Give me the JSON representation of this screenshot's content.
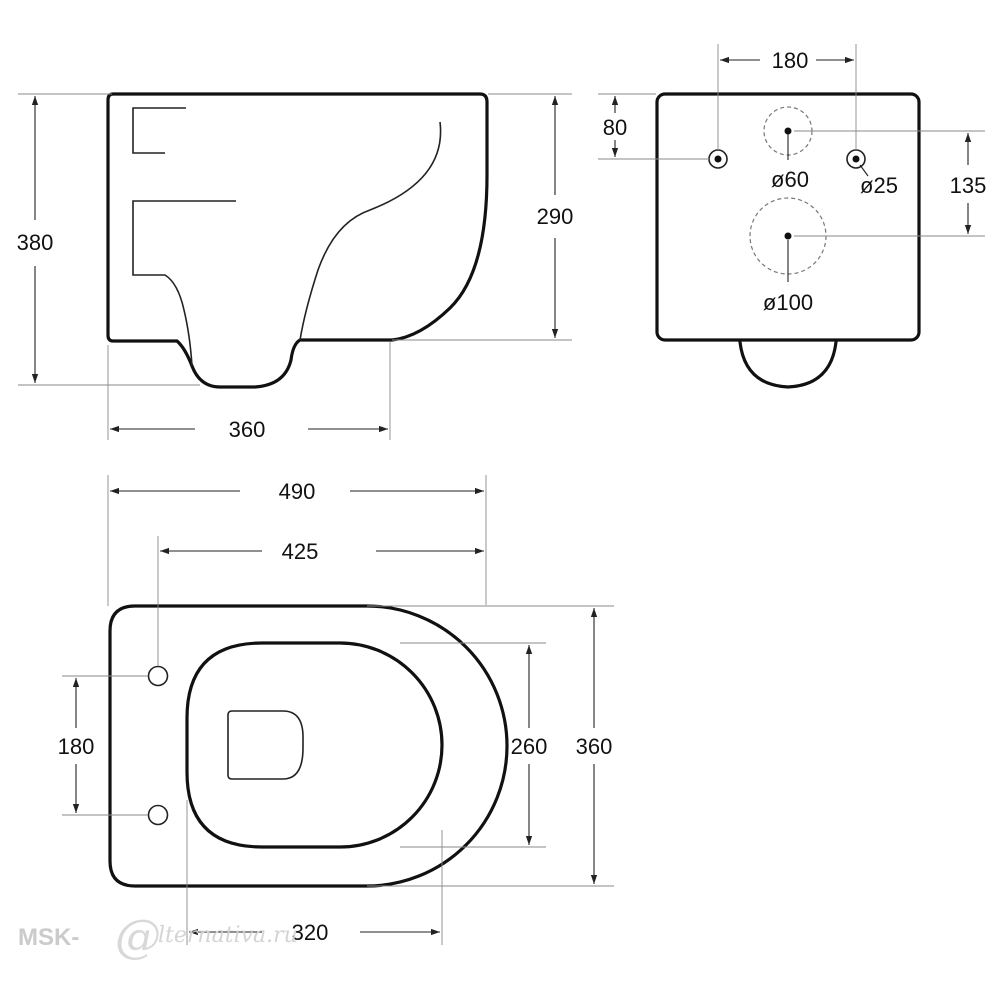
{
  "side_view": {
    "height_total": "380",
    "height_body": "290",
    "depth_base": "360"
  },
  "back_view": {
    "hole_spacing": "180",
    "top_offset": "80",
    "vertical_spacing": "135",
    "diameter_upper": "ø60",
    "diameter_bolt": "ø25",
    "diameter_outlet": "ø100"
  },
  "top_view": {
    "length_total": "490",
    "length_holes": "425",
    "hole_spacing": "180",
    "bowl_width": "260",
    "width_total": "360",
    "bowl_length": "320"
  },
  "watermark": {
    "brand": "MSK-",
    "at_sign": "@",
    "script": "lternativa.ru"
  },
  "colors": {
    "line": "#111111",
    "extension": "#8a8a8a",
    "watermark": "#c9c9c9"
  }
}
